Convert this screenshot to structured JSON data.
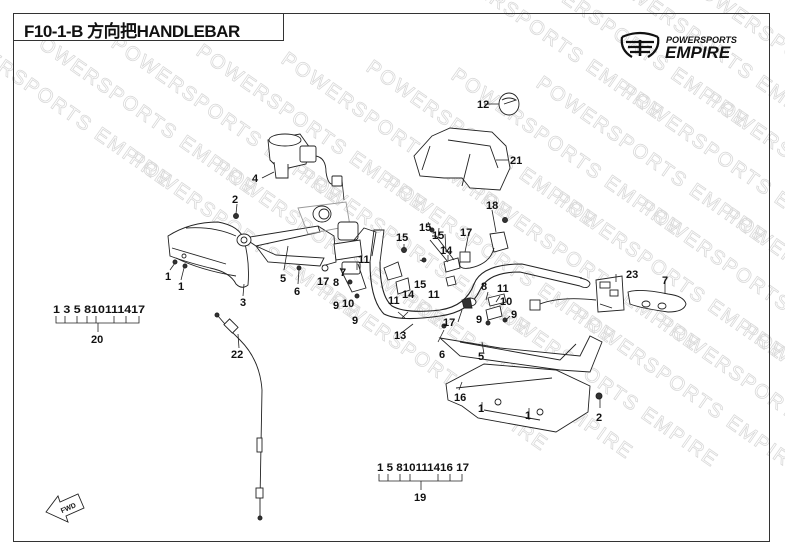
{
  "header": {
    "title": "F10-1-B 方向把HANDLEBAR"
  },
  "logo": {
    "line1": "POWERSPORTS",
    "line2": "EMPIRE"
  },
  "watermark": {
    "text": "POWERSPORTS EMPIRE"
  },
  "fwd_arrow": {
    "label": "FWD"
  },
  "callouts": {
    "c1a": "1",
    "c1b": "1",
    "c1c": "1",
    "c1d": "1",
    "c2a": "2",
    "c2b": "2",
    "c3": "3",
    "c4": "4",
    "c5a": "5",
    "c5b": "5",
    "c6a": "6",
    "c6b": "6",
    "c7a": "7",
    "c7b": "7",
    "c8a": "8",
    "c8b": "8",
    "c9a": "9",
    "c9b": "9",
    "c9c": "9",
    "c9d": "9",
    "c10a": "10",
    "c10b": "10",
    "c11a": "11",
    "c11b": "11",
    "c11c": "11",
    "c11d": "11",
    "c11e": "11",
    "c12": "12",
    "c13": "13",
    "c14a": "14",
    "c14b": "14",
    "c15a": "15",
    "c15b": "15",
    "c15c": "15",
    "c15d": "15",
    "c16": "16",
    "c17a": "17",
    "c17b": "17",
    "c17c": "17",
    "c18": "18",
    "c21": "21",
    "c22": "22",
    "c23": "23"
  },
  "kits": [
    {
      "number": "20",
      "members": "1 3  5 810111417"
    },
    {
      "number": "19",
      "members": "1 5 810111416 17"
    }
  ],
  "colors": {
    "line": "#222222",
    "watermark": "#d9d9d9",
    "part_fill": "#ffffff",
    "part_shade": "#e6e6e6"
  }
}
